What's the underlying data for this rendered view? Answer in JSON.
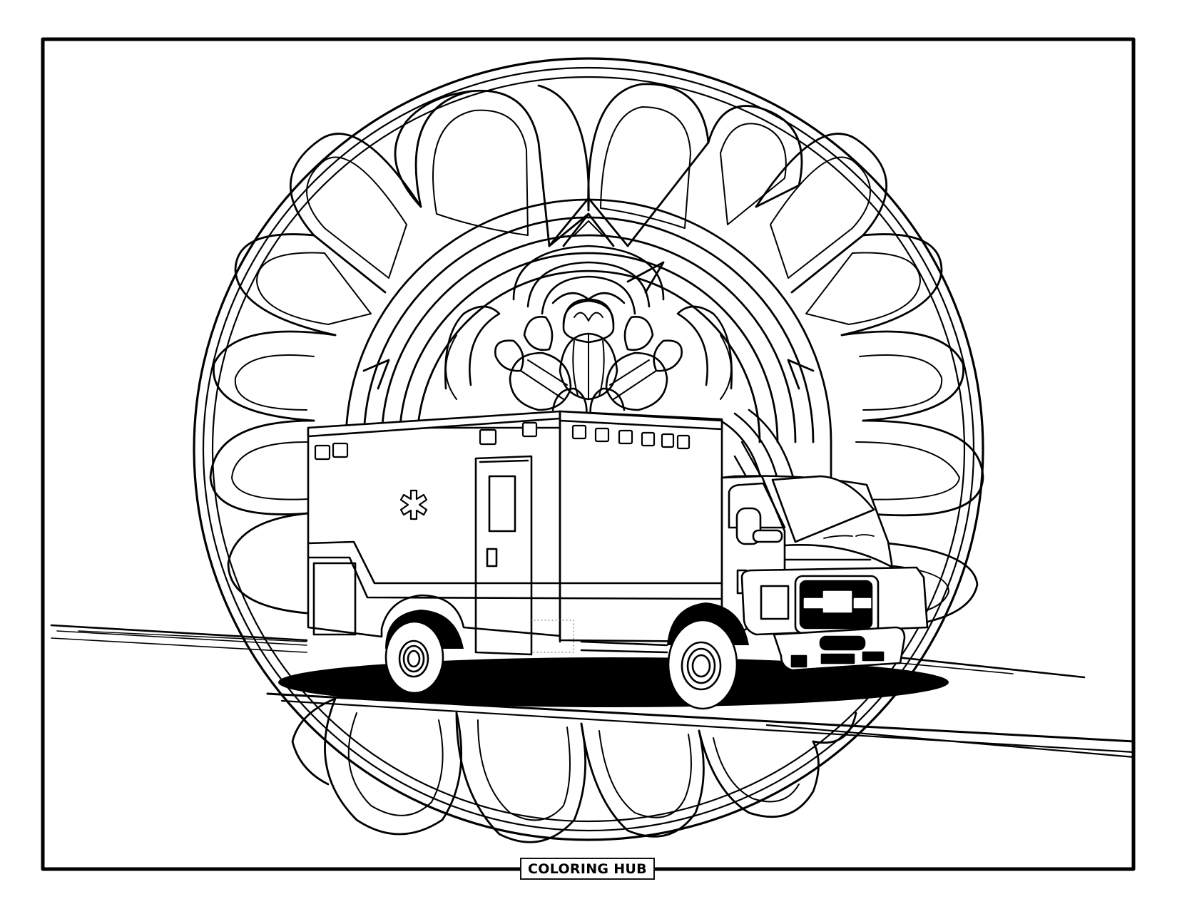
{
  "page": {
    "type": "coloring-page",
    "subject": "ambulance on road in front of mandala",
    "background_color": "#ffffff",
    "line_color": "#000000"
  },
  "illustration": {
    "vehicle": "ambulance",
    "emblem": "star-of-life-icon",
    "background_pattern": "mandala"
  },
  "footer": {
    "brand_label": "COLORING HUB"
  }
}
